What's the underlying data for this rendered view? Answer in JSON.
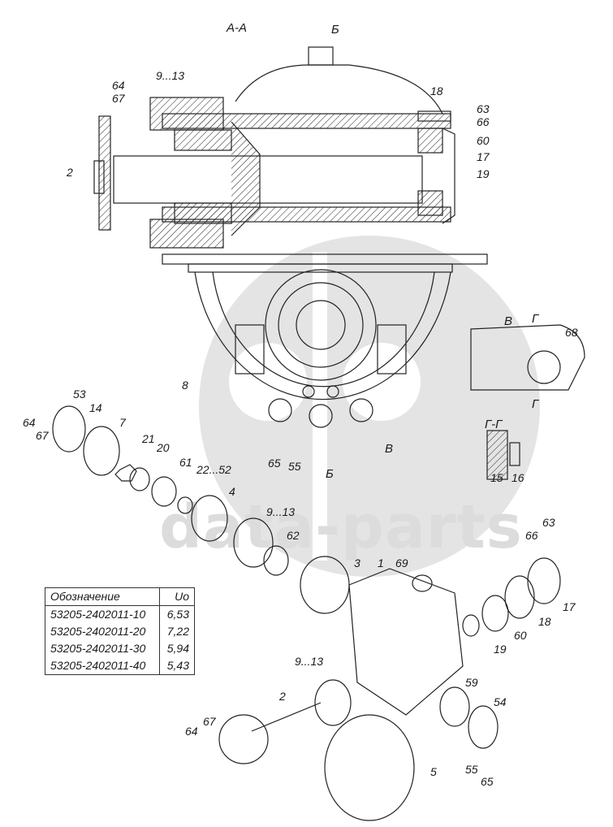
{
  "watermark": {
    "text": "data-parts",
    "color": "#dcdcdc"
  },
  "section_labels": {
    "aa": "А-А",
    "b_top": "Б",
    "b_bottom": "Б",
    "v_arrow": "В",
    "v_view": "В",
    "g_top": "Г",
    "g_bottom": "Г",
    "gg": "Г-Г"
  },
  "callouts_section": {
    "c2": "2",
    "c64": "64",
    "c67": "67",
    "c9_13": "9...13",
    "c18": "18",
    "c63": "63",
    "c66": "66",
    "c60": "60",
    "c17": "17",
    "c19": "19",
    "c8": "8",
    "c65": "65",
    "c55": "55",
    "c68": "68",
    "c15": "15",
    "c16": "16"
  },
  "callouts_exploded": {
    "c53": "53",
    "c14": "14",
    "c64": "64",
    "c67": "67",
    "c7": "7",
    "c21": "21",
    "c20": "20",
    "c61": "61",
    "c22_52": "22...52",
    "c4": "4",
    "c9_13a": "9...13",
    "c62": "62",
    "c3": "3",
    "c1": "1",
    "c69": "69",
    "c66": "66",
    "c63": "63",
    "c17": "17",
    "c18": "18",
    "c60": "60",
    "c19": "19",
    "c9_13b": "9...13",
    "c2": "2",
    "c59": "59",
    "c54": "54",
    "c64b": "64",
    "c67b": "67",
    "c5": "5",
    "c55": "55",
    "c65": "65"
  },
  "spec_table": {
    "headers": [
      "Обозначение",
      "Uo"
    ],
    "rows": [
      [
        "53205-2402011-10",
        "6,53"
      ],
      [
        "53205-2402011-20",
        "7,22"
      ],
      [
        "53205-2402011-30",
        "5,94"
      ],
      [
        "53205-2402011-40",
        "5,43"
      ]
    ]
  }
}
